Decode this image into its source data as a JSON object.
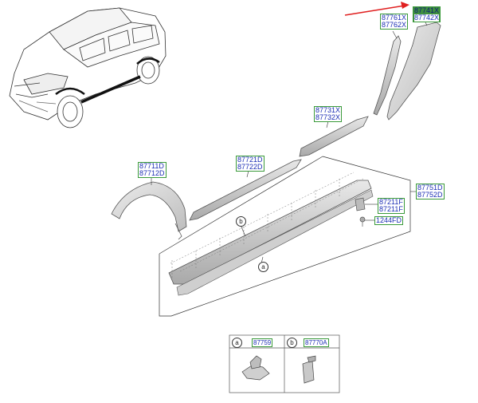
{
  "callouts": {
    "mud_guard_top": [
      "87761X",
      "87762X"
    ],
    "rear_arch_top": [
      "87741X",
      "87742X"
    ],
    "door_lower_rear": [
      "87731X",
      "87732X"
    ],
    "door_lower_front": [
      "87721D",
      "87722D"
    ],
    "front_arch": [
      "87711D",
      "87712D"
    ],
    "side_sill": [
      "87751D",
      "87752D"
    ],
    "clip": [
      "87211F",
      "87211F"
    ],
    "screw": [
      "1244FD"
    ]
  },
  "circle_refs": {
    "a": "a",
    "b": "b"
  },
  "legend": {
    "cell_a": {
      "ref": "a",
      "part": "87759"
    },
    "cell_b": {
      "ref": "b",
      "part": "87770A"
    }
  },
  "colors": {
    "label_border": "#3a9a3a",
    "label_text": "#1d2fb5",
    "highlight_fill": "#3f8f3f",
    "arrow": "#e02020",
    "part_fill": "#d4d4d4",
    "line": "#333333"
  }
}
